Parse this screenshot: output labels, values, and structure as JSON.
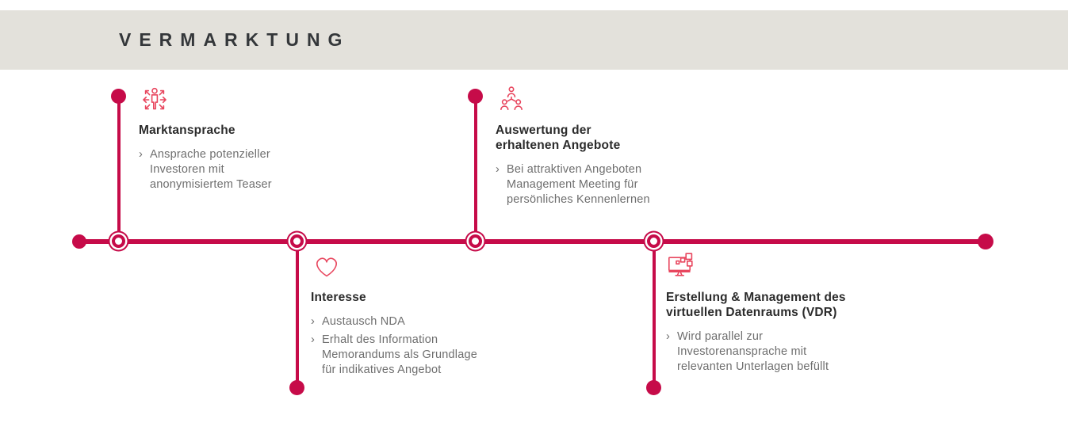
{
  "header": {
    "title": "VERMARKTUNG"
  },
  "bullet_char": "›",
  "colors": {
    "accent": "#c60b49",
    "icon_accent": "#e8465e",
    "band_bg": "#e3e1db",
    "header_text": "#34373a",
    "title_text": "#2b2b2b",
    "body_text": "#6e6e6e"
  },
  "milestones": [
    {
      "id": "marktansprache",
      "icon": "person-arrows-icon",
      "title": "Marktansprache",
      "bullets": [
        "Ansprache potenzieller\nInvestoren mit\nanonymisiertem Teaser"
      ]
    },
    {
      "id": "interesse",
      "icon": "heart-icon",
      "title": "Interesse",
      "bullets": [
        "Austausch NDA",
        "Erhalt des Information\nMemorandums als Grundlage\nfür indikatives Angebot"
      ]
    },
    {
      "id": "auswertung",
      "icon": "people-hierarchy-icon",
      "title": "Auswertung der\nerhaltenen Angebote",
      "bullets": [
        "Bei attraktiven Angeboten\nManagement Meeting für\npersönliches Kennenlernen"
      ]
    },
    {
      "id": "datenraum",
      "icon": "monitor-data-icon",
      "title": "Erstellung & Management des\nvirtuellen Datenraums (VDR)",
      "bullets": [
        "Wird parallel zur\nInvestorenansprache mit\nrelevanten Unterlagen befüllt"
      ]
    }
  ]
}
